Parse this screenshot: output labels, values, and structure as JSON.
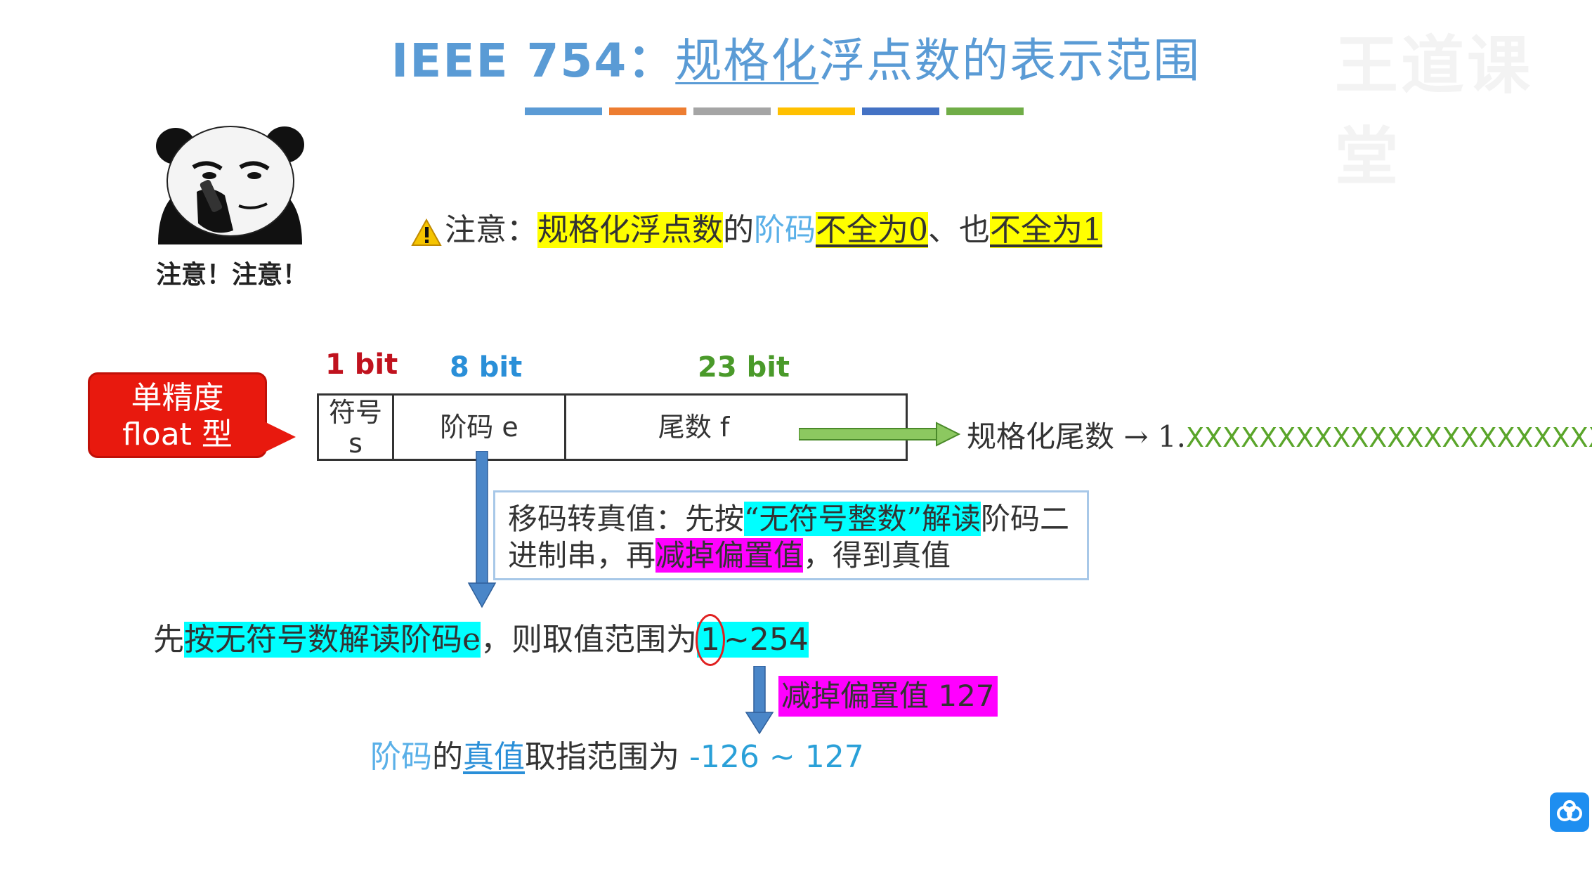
{
  "title": {
    "prefix": "IEEE 754：",
    "underlined": "规格化",
    "rest": "浮点数的表示范围"
  },
  "colors": {
    "bars": [
      "#5b9bd5",
      "#ed7d31",
      "#a5a5a5",
      "#ffc000",
      "#4472c4",
      "#70ad47"
    ]
  },
  "meme": {
    "caption": "注意！注意！"
  },
  "notice": {
    "prefix": "注意：",
    "subject": "规格化浮点数",
    "de": "的",
    "exp": "阶码",
    "not_all_zero": "不全为0",
    "sep": "、也",
    "not_all_one": "不全为1"
  },
  "callout": {
    "line1": "单精度",
    "line2": "float 型"
  },
  "format": {
    "bits_sign": "1 bit",
    "bits_exp": "8 bit",
    "bits_mant": "23 bit",
    "sign_line1": "符号",
    "sign_line2": "s",
    "exp_label": "阶码 e",
    "mant_label": "尾数 f"
  },
  "normalized": {
    "label": "规格化尾数 → 1.",
    "xs": "XXXXXXXXXXXXXXXXXXXXXXX"
  },
  "explain": {
    "part1": "移码转真值：先按",
    "hl1": "“无符号整数”解读",
    "part2": "阶码二进制串，再",
    "hl2": "减掉偏置值",
    "part3": "，得到真值"
  },
  "range": {
    "prefix": "先",
    "hl": "按无符号数解读阶码e",
    "mid": "，则取值范围为",
    "one": "1",
    "rest": "~254"
  },
  "subtract": {
    "text": "减掉偏置值",
    "num": " 127"
  },
  "true_range": {
    "exp": "阶码",
    "de": "的",
    "zhenzhi": "真值",
    "mid": "取指范围为 ",
    "num": "-126 ~ 127"
  },
  "watermark": "王道课堂"
}
